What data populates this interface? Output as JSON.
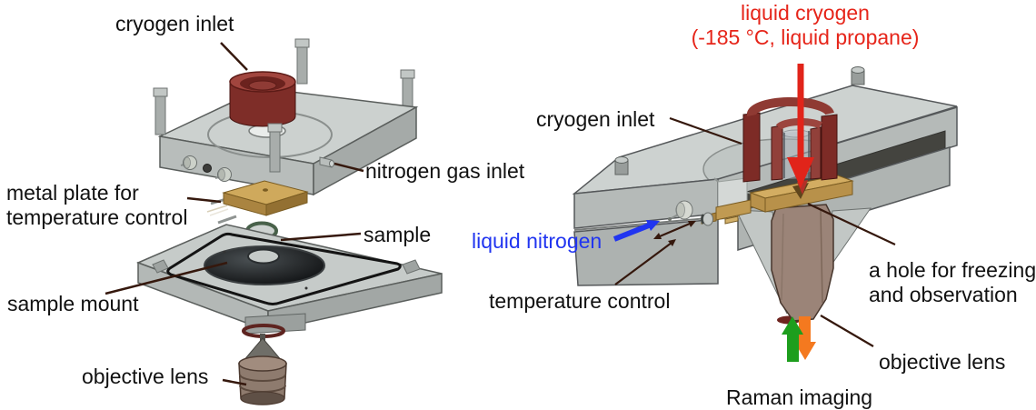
{
  "figure": {
    "left_panel": {
      "view": "exploded view of cryo stage",
      "labels": {
        "cryogen_inlet": "cryogen inlet",
        "nitrogen_gas_inlet": "nitrogen gas inlet",
        "metal_plate_line1": "metal plate for",
        "metal_plate_line2": "temperature control",
        "sample": "sample",
        "sample_mount": "sample mount",
        "objective_lens": "objective lens"
      }
    },
    "right_panel": {
      "view": "cross-section view of assembled cryo stage",
      "labels": {
        "liquid_cryogen_line1": "liquid cryogen",
        "liquid_cryogen_line2": "(-185 °C, liquid propane)",
        "cryogen_inlet": "cryogen inlet",
        "liquid_nitrogen": "liquid nitrogen",
        "temperature_control": "temperature control",
        "freezing_hole_line1": "a hole for freezing",
        "freezing_hole_line2": "and observation",
        "objective_lens": "objective lens",
        "raman_imaging": "Raman imaging"
      }
    },
    "colors": {
      "label_text": "#111111",
      "liquid_cryogen_text": "#e6251a",
      "liquid_nitrogen_text": "#2135f0",
      "leader_line": "#35180d",
      "red_arrow": "#e1241a",
      "blue_arrow": "#2135f0",
      "green_arrow": "#1d9e1d",
      "orange_arrow": "#f4791f",
      "stage_grey": "#c9cecc",
      "cryogen_cup_red": "#7d2b26",
      "temperature_plate_gold": "#cfa95c",
      "objective_lens_brown": "#9b8478",
      "sample_gold": "#c7a258",
      "oring_green": "#48614a"
    },
    "icons": {
      "red_down_arrow": "liquid cryogen flow",
      "blue_right_arrow": "liquid nitrogen flow",
      "double_headed_arrow": "temperature control direction",
      "green_up_arrow": "Raman excitation",
      "orange_down_arrow": "Raman signal"
    }
  }
}
